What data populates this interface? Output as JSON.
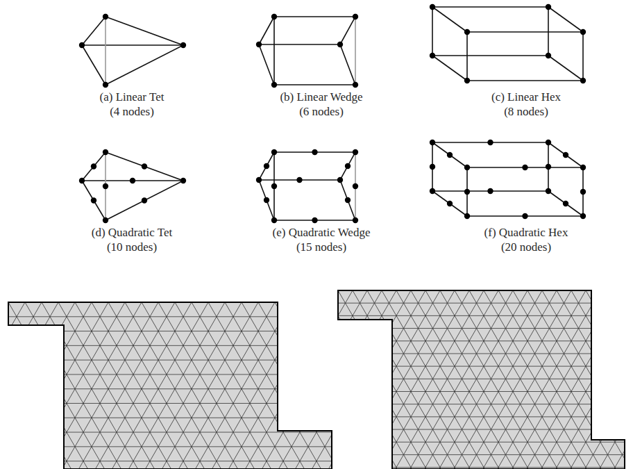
{
  "diagram": {
    "labels": [
      "(a) Linear Tet",
      "(4 nodes)",
      "(b) Linear Wedge",
      "(6 nodes)",
      "(c) Linear Hex",
      "(8 nodes)",
      "(d) Quadratic Tet",
      "(10 nodes)",
      "(e) Quadratic Wedge",
      "(15 nodes)",
      "(f) Quadratic Hex",
      "(20 nodes)"
    ]
  }
}
